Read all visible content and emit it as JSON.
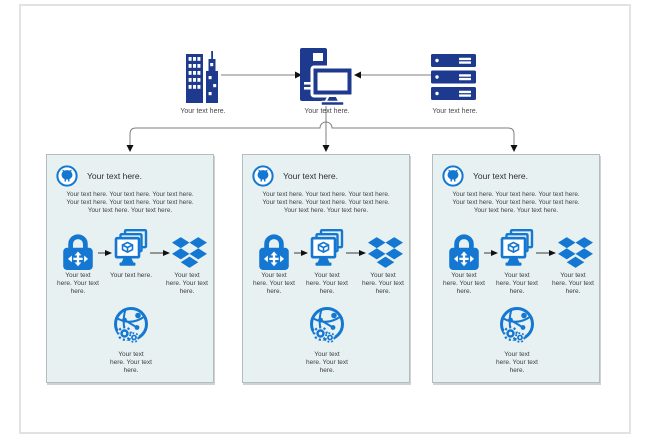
{
  "diagram": {
    "top_nodes": [
      {
        "icon": "city-buildings-icon",
        "label": "Your text here."
      },
      {
        "icon": "desktop-workstation-icon",
        "label": "Your text here."
      },
      {
        "icon": "server-rack-icon",
        "label": "Your text here."
      }
    ],
    "panels": [
      {
        "header_icon": "github-icon",
        "title": "Your text here.",
        "paragraph": "Your text here. Your text here. Your text here. Your text here. Your text here. Your text here. Your text here. Your text here.",
        "steps": [
          {
            "icon": "lock-sync-icon",
            "label_lines": [
              "Your text",
              "here. Your text",
              "here."
            ]
          },
          {
            "icon": "vm-stack-icon",
            "label_lines": [
              "Your text here."
            ]
          },
          {
            "icon": "dropbox-icon",
            "label_lines": [
              "Your text",
              "here. Your text",
              "here."
            ]
          }
        ],
        "footer": {
          "icon": "globe-network-icon",
          "label_lines": [
            "Your text",
            "here. Your text",
            "here."
          ]
        }
      },
      {
        "header_icon": "github-icon",
        "title": "Your text here.",
        "paragraph": "Your text here. Your text here. Your text here. Your text here. Your text here. Your text here. Your text here. Your text here.",
        "steps": [
          {
            "icon": "lock-sync-icon",
            "label_lines": [
              "Your text",
              "here. Your text",
              "here."
            ]
          },
          {
            "icon": "vm-stack-icon",
            "label_lines": [
              "Your text",
              "here. Your text",
              "here."
            ]
          },
          {
            "icon": "dropbox-icon",
            "label_lines": [
              "Your text",
              "here. Your text",
              "here."
            ]
          }
        ],
        "footer": {
          "icon": "globe-network-icon",
          "label_lines": [
            "Your text",
            "here. Your text",
            "here."
          ]
        }
      },
      {
        "header_icon": "github-icon",
        "title": "Your text here.",
        "paragraph": "Your text here. Your text here. Your text here. Your text here. Your text here. Your text here. Your text here. Your text here.",
        "steps": [
          {
            "icon": "lock-sync-icon",
            "label_lines": [
              "Your text",
              "here. Your text",
              "here."
            ]
          },
          {
            "icon": "vm-stack-icon",
            "label_lines": [
              "Your text",
              "here. Your text",
              "here."
            ]
          },
          {
            "icon": "dropbox-icon",
            "label_lines": [
              "Your text",
              "here. Your text",
              "here."
            ]
          }
        ],
        "footer": {
          "icon": "globe-network-icon",
          "label_lines": [
            "Your text",
            "here. Your text",
            "here."
          ]
        }
      }
    ]
  },
  "colors": {
    "navy": "#1d3a8f",
    "azure": "#1478d2",
    "panel_bg": "#e8f1f1",
    "panel_border": "#b3bcbe",
    "connector": "#7f7f7f",
    "arrowhead": "#111111",
    "text_primary": "#2e2e2e",
    "text_secondary": "#4a4a4a"
  }
}
